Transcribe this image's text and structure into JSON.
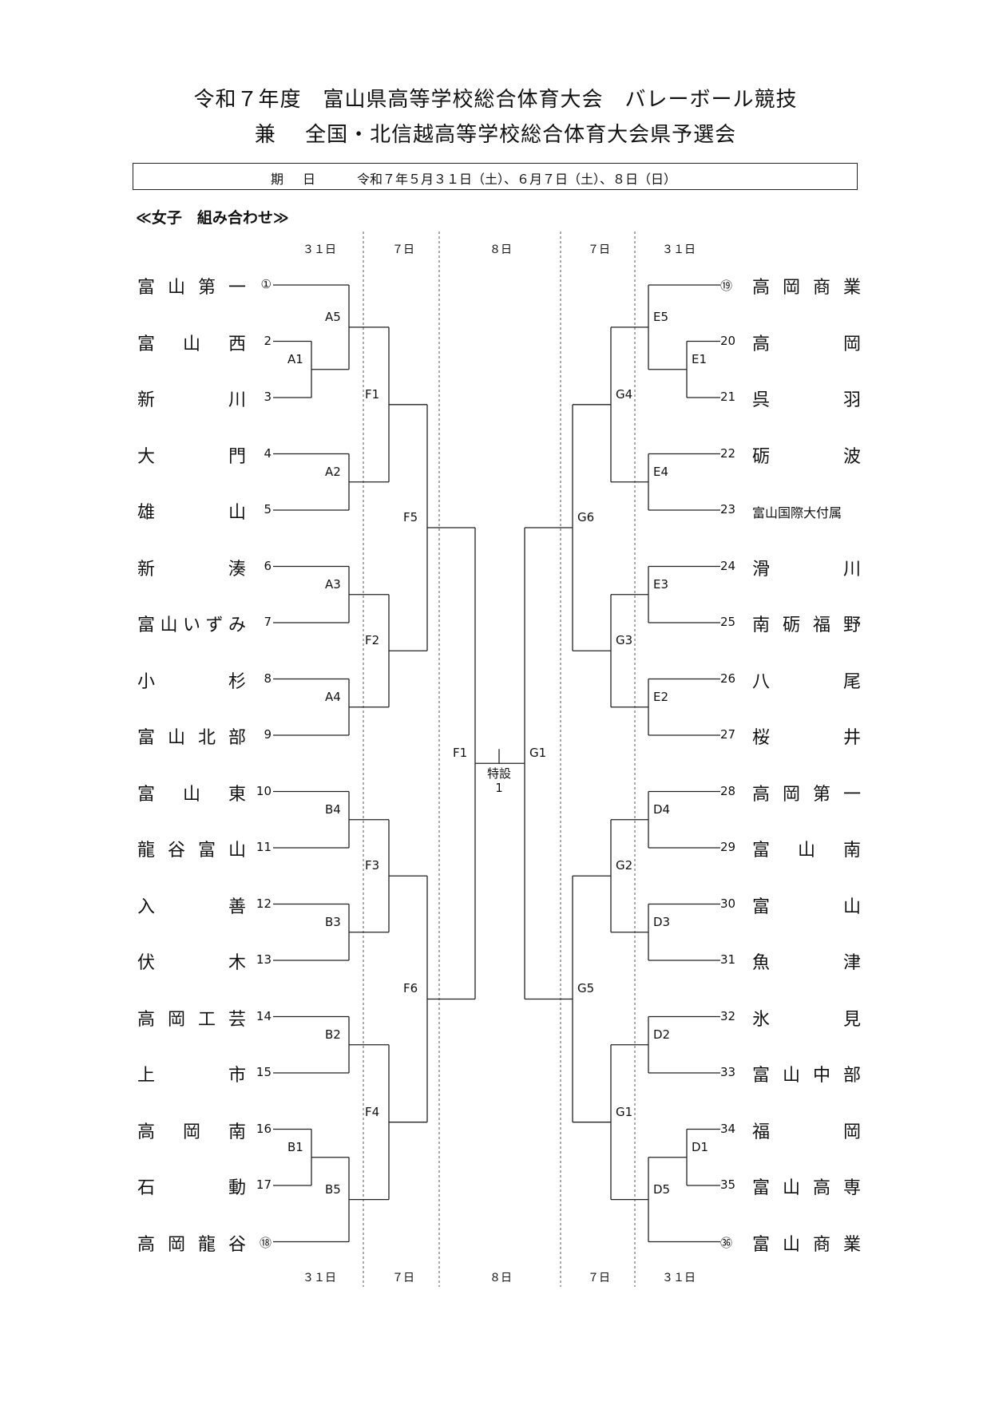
{
  "header": {
    "title_line1": "令和７年度　富山県高等学校総合体育大会　バレーボール競技",
    "title_line2": "兼　 全国・北信越高等学校総合体育大会県予選会",
    "date_label": "期日",
    "date_value": "令和７年５月３１日（土）、６月７日（土）、８日（日）",
    "section_title": "≪女子　組み合わせ≫"
  },
  "round_days": [
    "３１日",
    "７日",
    "８日",
    "７日",
    "３１日"
  ],
  "left_teams": [
    {
      "name": "富山第一",
      "seed": "①"
    },
    {
      "name": "富山西",
      "seed": "2"
    },
    {
      "name": "新川",
      "seed": "3"
    },
    {
      "name": "大門",
      "seed": "4"
    },
    {
      "name": "雄山",
      "seed": "5"
    },
    {
      "name": "新湊",
      "seed": "6"
    },
    {
      "name": "富山いずみ",
      "seed": "7"
    },
    {
      "name": "小杉",
      "seed": "8"
    },
    {
      "name": "富山北部",
      "seed": "9"
    },
    {
      "name": "富山東",
      "seed": "10"
    },
    {
      "name": "龍谷富山",
      "seed": "11"
    },
    {
      "name": "入善",
      "seed": "12"
    },
    {
      "name": "伏木",
      "seed": "13"
    },
    {
      "name": "高岡工芸",
      "seed": "14"
    },
    {
      "name": "上市",
      "seed": "15"
    },
    {
      "name": "高岡南",
      "seed": "16"
    },
    {
      "name": "石動",
      "seed": "17"
    },
    {
      "name": "高岡龍谷",
      "seed": "⑱"
    }
  ],
  "right_teams": [
    {
      "name": "高岡商業",
      "seed": "⑲"
    },
    {
      "name": "高岡",
      "seed": "20"
    },
    {
      "name": "呉羽",
      "seed": "21"
    },
    {
      "name": "砺波",
      "seed": "22"
    },
    {
      "name": "富山国際大付属",
      "seed": "23"
    },
    {
      "name": "滑川",
      "seed": "24"
    },
    {
      "name": "南砺福野",
      "seed": "25"
    },
    {
      "name": "八尾",
      "seed": "26"
    },
    {
      "name": "桜井",
      "seed": "27"
    },
    {
      "name": "高岡第一",
      "seed": "28"
    },
    {
      "name": "富山南",
      "seed": "29"
    },
    {
      "name": "富山",
      "seed": "30"
    },
    {
      "name": "魚津",
      "seed": "31"
    },
    {
      "name": "氷見",
      "seed": "32"
    },
    {
      "name": "富山中部",
      "seed": "33"
    },
    {
      "name": "福岡",
      "seed": "34"
    },
    {
      "name": "富山高専",
      "seed": "35"
    },
    {
      "name": "富山商業",
      "seed": "㊱"
    }
  ],
  "match_labels": {
    "A1": "A1",
    "A2": "A2",
    "A3": "A3",
    "A4": "A4",
    "A5": "A5",
    "B1": "B1",
    "B2": "B2",
    "B3": "B3",
    "B4": "B4",
    "B5": "B5",
    "D1": "D1",
    "D2": "D2",
    "D3": "D3",
    "D4": "D4",
    "D5": "D5",
    "E1": "E1",
    "E2": "E2",
    "E3": "E3",
    "E4": "E4",
    "E5": "E5",
    "F1": "F1",
    "F2": "F2",
    "F3": "F3",
    "F4": "F4",
    "F5": "F5",
    "F6": "F6",
    "G1": "G1",
    "G2": "G2",
    "G3": "G3",
    "G4": "G4",
    "G5": "G5",
    "G6": "G6",
    "final_left": "F1",
    "final_right": "G1"
  },
  "special_label": "特設\n1"
}
